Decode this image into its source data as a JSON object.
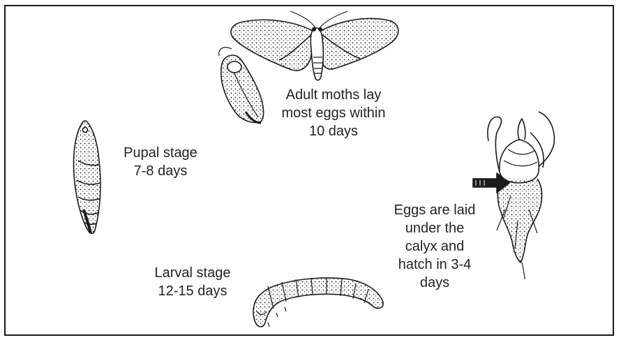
{
  "stages": {
    "adult": {
      "lines": [
        "Adult moths lay",
        "most eggs within",
        "10 days"
      ]
    },
    "pupa": {
      "lines": [
        "Pupal stage",
        "7-8 days"
      ]
    },
    "egg": {
      "lines": [
        "Eggs are laid",
        "under the",
        "calyx and",
        "hatch in 3-4",
        "days"
      ]
    },
    "larva": {
      "lines": [
        "Larval stage",
        "12-15 days"
      ]
    }
  },
  "colors": {
    "ink": "#1a1a1a",
    "text": "#222222",
    "background": "#ffffff"
  },
  "icons": [
    "moth-icon",
    "resting-moth-icon",
    "pupa-icon",
    "larva-icon",
    "bud-with-arrow-icon"
  ]
}
